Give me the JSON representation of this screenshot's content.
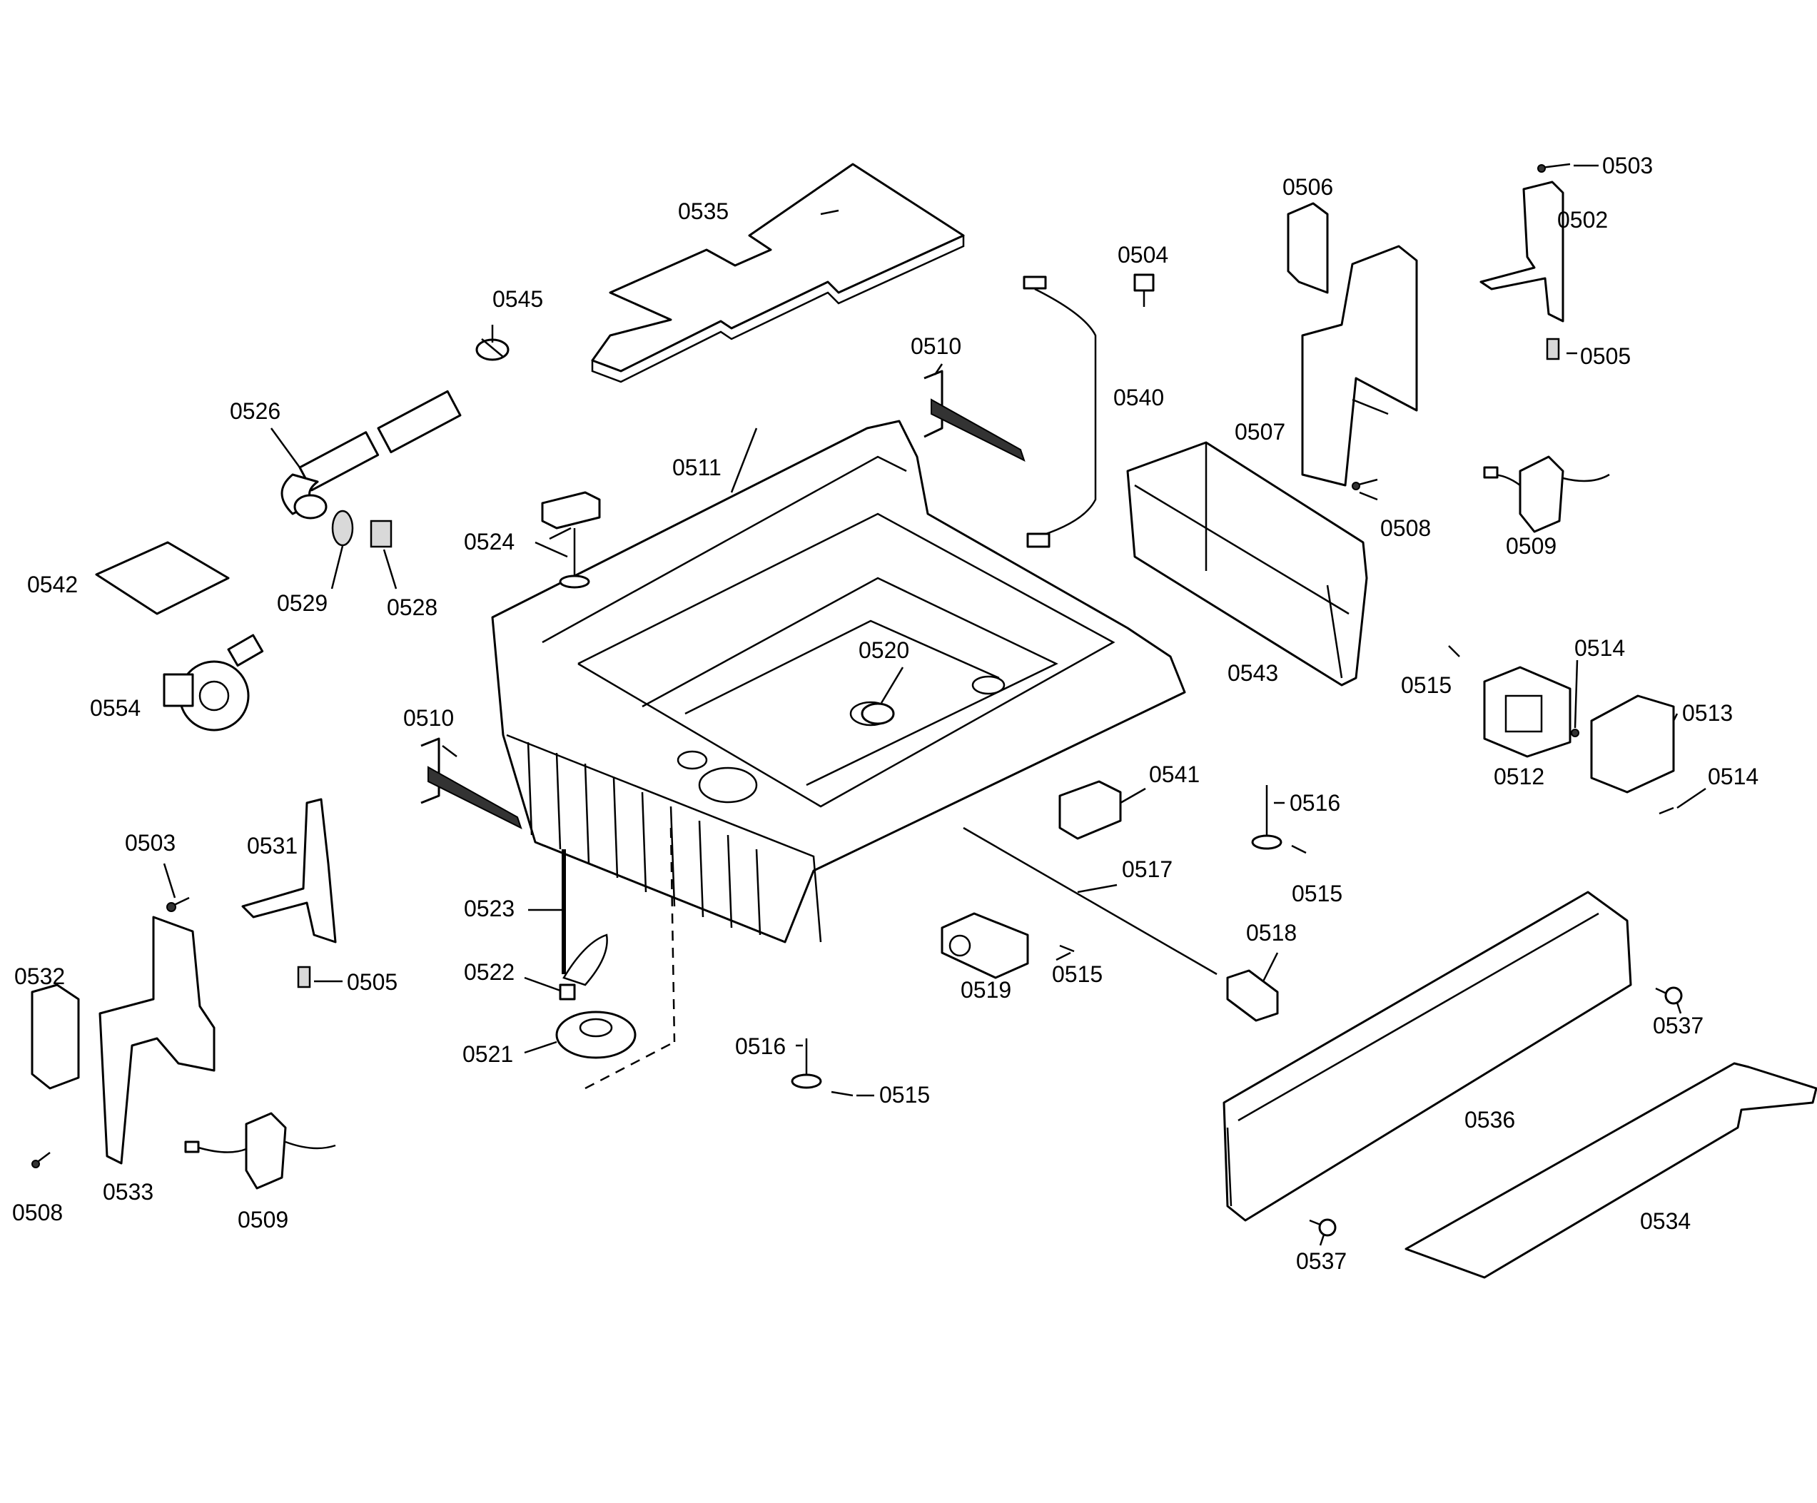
{
  "diagram": {
    "labels": [
      {
        "id": "l0503a",
        "text": "0503"
      },
      {
        "id": "l0506",
        "text": "0506"
      },
      {
        "id": "l0502",
        "text": "0502"
      },
      {
        "id": "l0535",
        "text": "0535"
      },
      {
        "id": "l0504",
        "text": "0504"
      },
      {
        "id": "l0545",
        "text": "0545"
      },
      {
        "id": "l0510a",
        "text": "0510"
      },
      {
        "id": "l0505a",
        "text": "0505"
      },
      {
        "id": "l0526",
        "text": "0526"
      },
      {
        "id": "l0540",
        "text": "0540"
      },
      {
        "id": "l0507",
        "text": "0507"
      },
      {
        "id": "l0511",
        "text": "0511"
      },
      {
        "id": "l0508a",
        "text": "0508"
      },
      {
        "id": "l0524",
        "text": "0524"
      },
      {
        "id": "l0509a",
        "text": "0509"
      },
      {
        "id": "l0542",
        "text": "0542"
      },
      {
        "id": "l0529",
        "text": "0529"
      },
      {
        "id": "l0528",
        "text": "0528"
      },
      {
        "id": "l0520",
        "text": "0520"
      },
      {
        "id": "l0543",
        "text": "0543"
      },
      {
        "id": "l0514a",
        "text": "0514"
      },
      {
        "id": "l0515a",
        "text": "0515"
      },
      {
        "id": "l0554",
        "text": "0554"
      },
      {
        "id": "l0513",
        "text": "0513"
      },
      {
        "id": "l0510b",
        "text": "0510"
      },
      {
        "id": "l0512",
        "text": "0512"
      },
      {
        "id": "l0514b",
        "text": "0514"
      },
      {
        "id": "l0541",
        "text": "0541"
      },
      {
        "id": "l0516a",
        "text": "0516"
      },
      {
        "id": "l0503b",
        "text": "0503"
      },
      {
        "id": "l0531",
        "text": "0531"
      },
      {
        "id": "l0517",
        "text": "0517"
      },
      {
        "id": "l0515b",
        "text": "0515"
      },
      {
        "id": "l0523",
        "text": "0523"
      },
      {
        "id": "l0518",
        "text": "0518"
      },
      {
        "id": "l0532",
        "text": "0532"
      },
      {
        "id": "l0522",
        "text": "0522"
      },
      {
        "id": "l0505b",
        "text": "0505"
      },
      {
        "id": "l0515c",
        "text": "0515"
      },
      {
        "id": "l0519",
        "text": "0519"
      },
      {
        "id": "l0537a",
        "text": "0537"
      },
      {
        "id": "l0521",
        "text": "0521"
      },
      {
        "id": "l0516b",
        "text": "0516"
      },
      {
        "id": "l0515d",
        "text": "0515"
      },
      {
        "id": "l0536",
        "text": "0536"
      },
      {
        "id": "l0533",
        "text": "0533"
      },
      {
        "id": "l0508b",
        "text": "0508"
      },
      {
        "id": "l0509b",
        "text": "0509"
      },
      {
        "id": "l0534",
        "text": "0534"
      },
      {
        "id": "l0537b",
        "text": "0537"
      }
    ]
  }
}
